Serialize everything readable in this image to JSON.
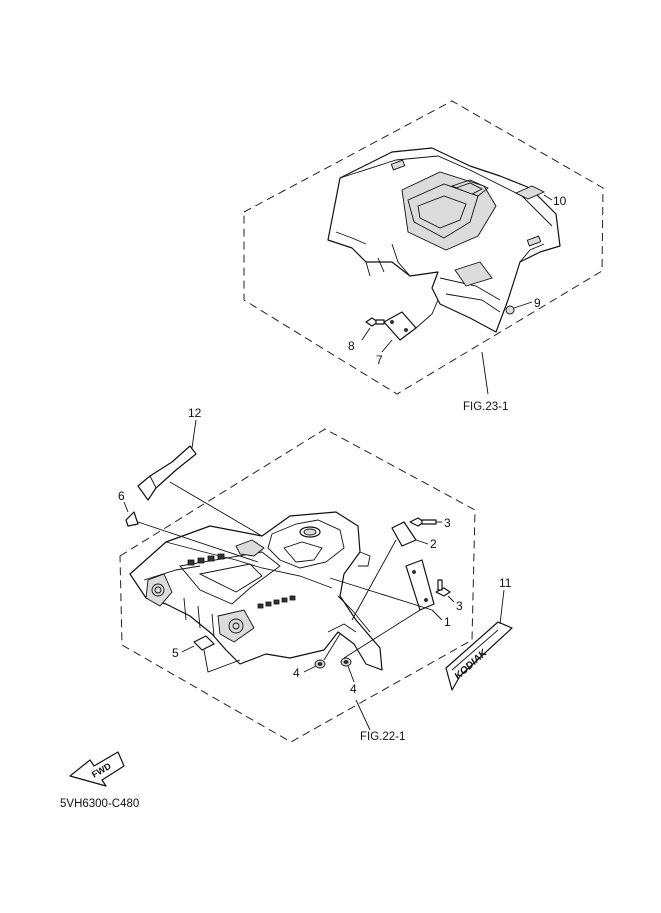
{
  "diagram_code": "5VH6300-C480",
  "figure_refs": {
    "rear": "FIG.23-1",
    "front": "FIG.22-1"
  },
  "direction_arrow": "FWD",
  "decal_text": "KODIAK",
  "callouts": {
    "c1": "1",
    "c2": "2",
    "c3a": "3",
    "c3b": "3",
    "c4a": "4",
    "c4b": "4",
    "c5": "5",
    "c6": "6",
    "c7": "7",
    "c8": "8",
    "c9": "9",
    "c10": "10",
    "c11": "11",
    "c12": "12"
  }
}
